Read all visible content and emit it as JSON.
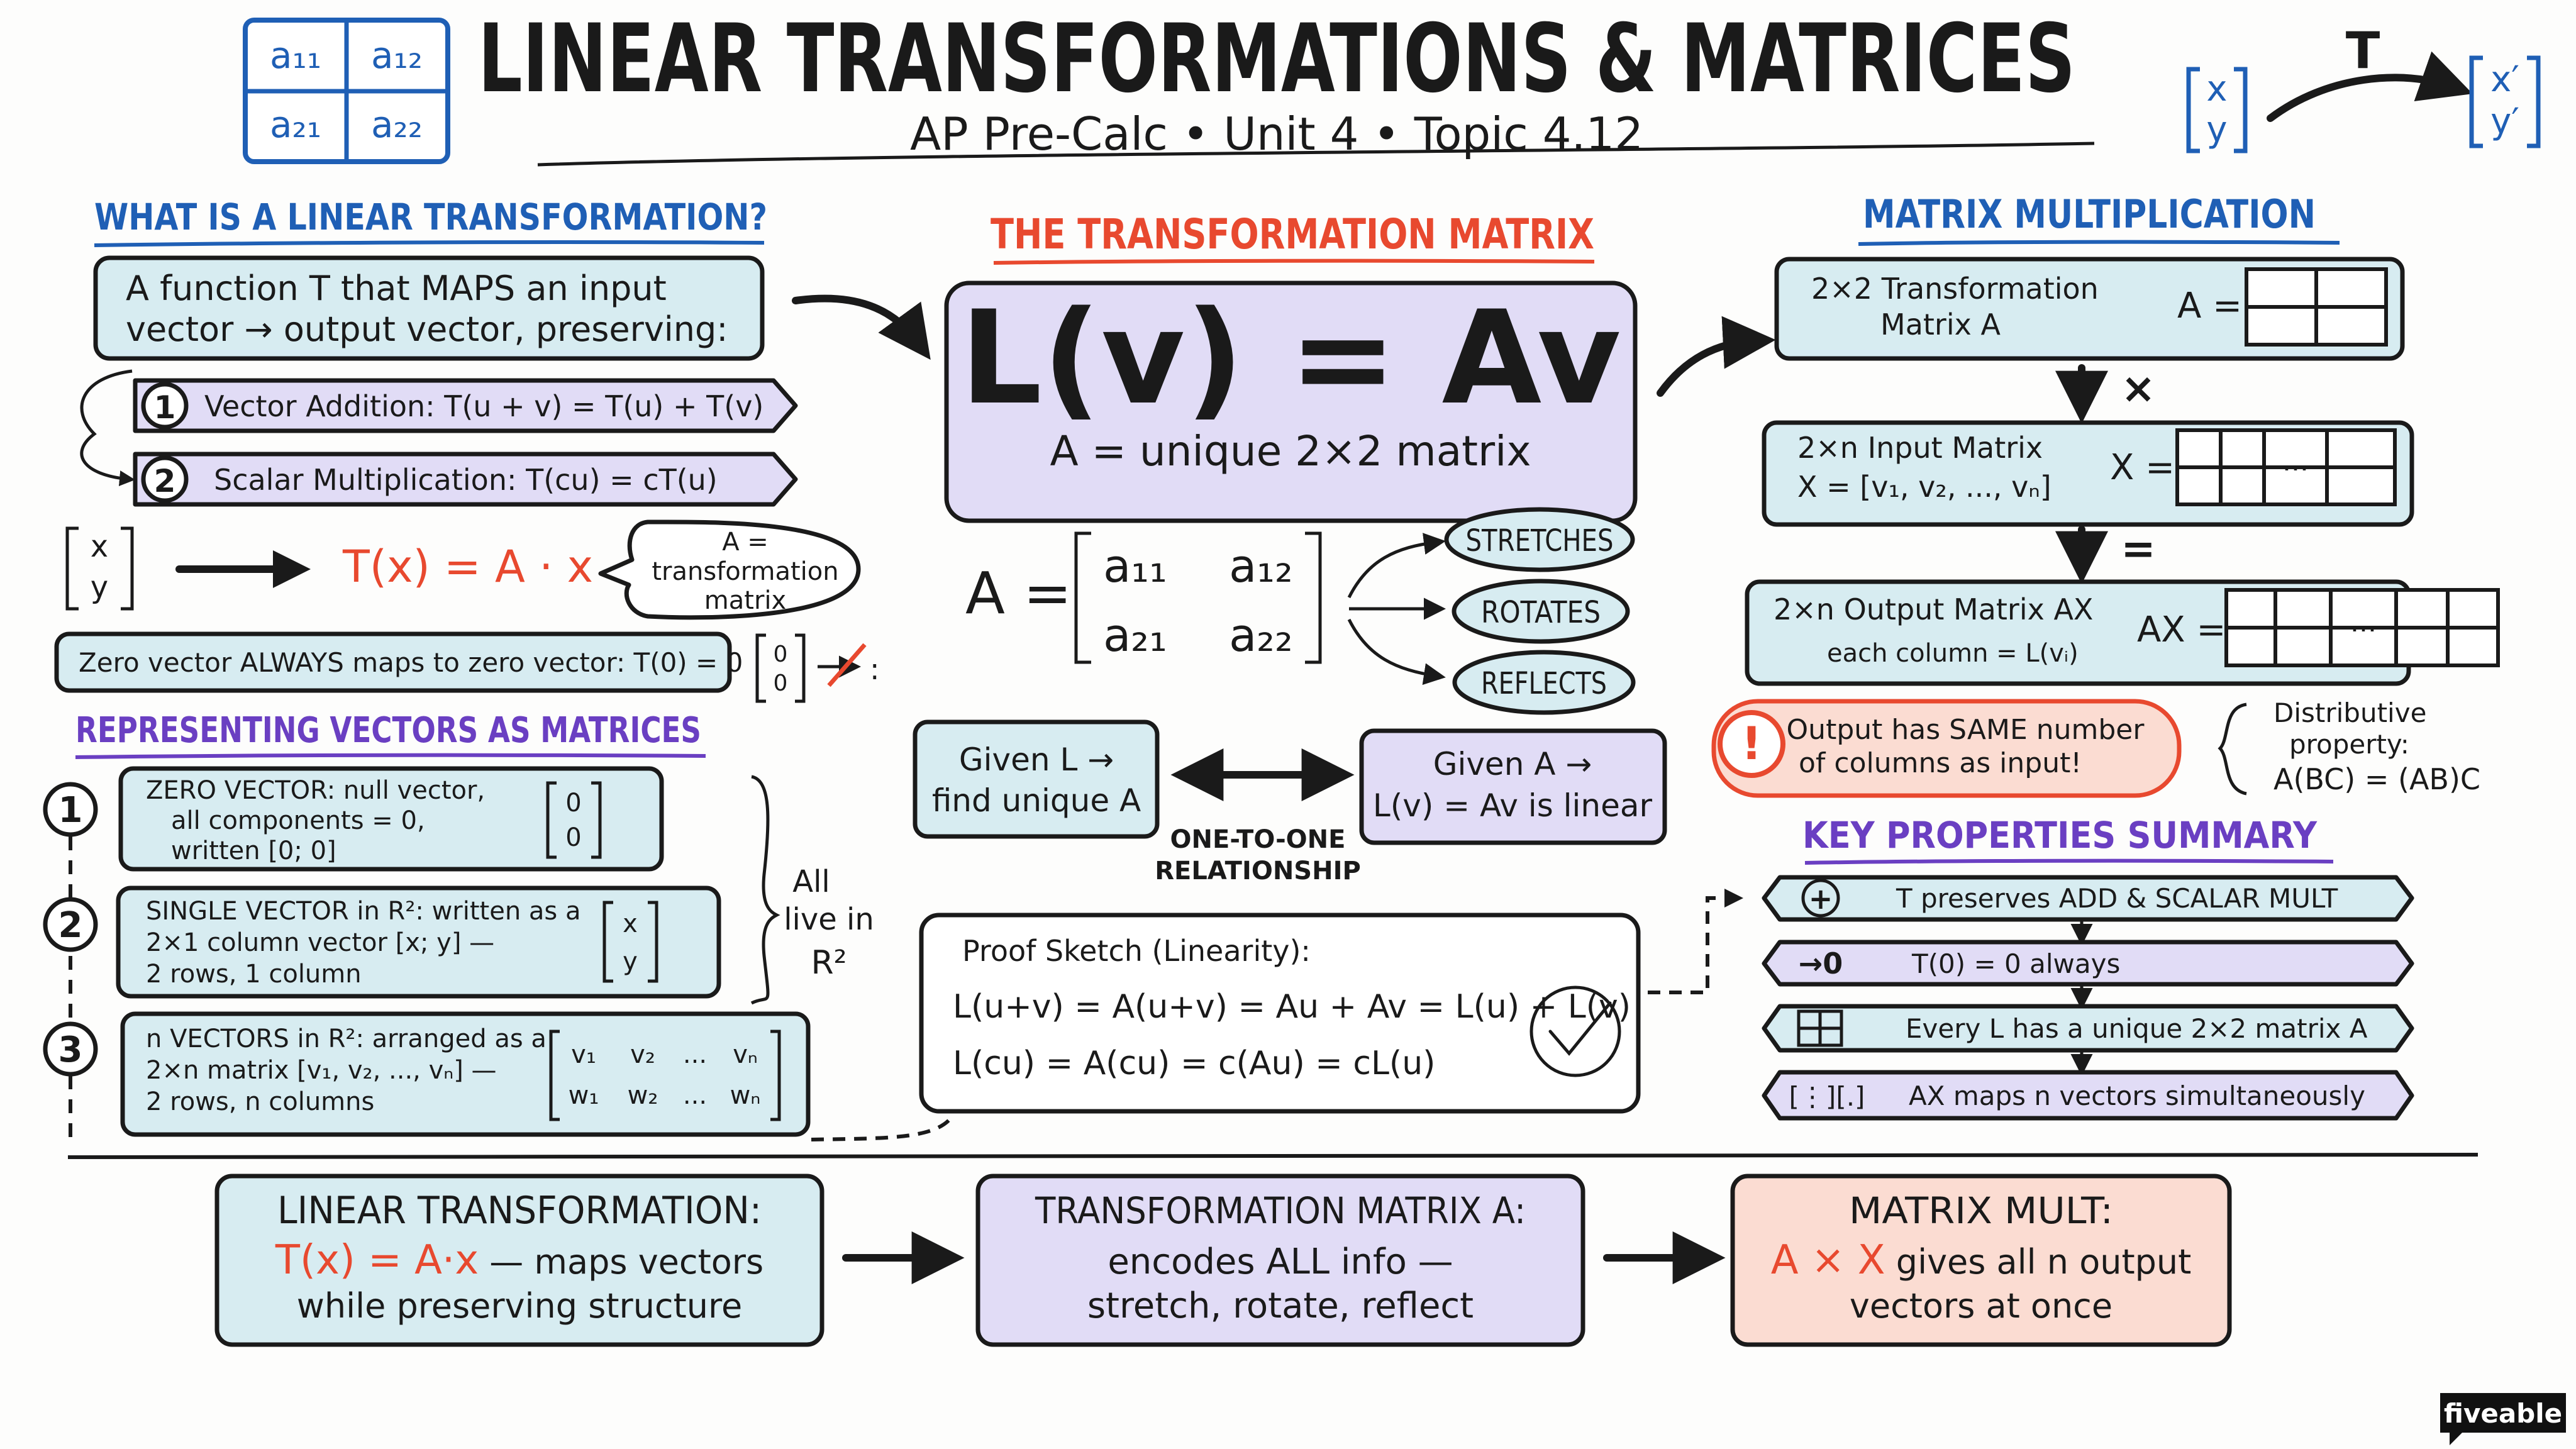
{
  "header": {
    "title": "LINEAR TRANSFORMATIONS & MATRICES",
    "subtitle": "AP Pre-Calc • Unit 4 • Topic 4.12",
    "matrix_icon": [
      "a₁₁",
      "a₁₂",
      "a₂₁",
      "a₂₂"
    ],
    "vector_in": [
      "x",
      "y"
    ],
    "vector_out": [
      "x′",
      "y′"
    ],
    "t_label": "T"
  },
  "left": {
    "heading": "WHAT IS A LINEAR TRANSFORMATION?",
    "def_line1": "A function T that MAPS an input",
    "def_line2": "vector → output vector, preserving:",
    "prop1_num": "1",
    "prop1": "Vector Addition:  T(u + v)  =  T(u) + T(v)",
    "prop2_num": "2",
    "prop2": "Scalar Multiplication:  T(cu)  =  cT(u)",
    "vec": [
      "x",
      "y"
    ],
    "tx": "T(x) = A · x",
    "bubble": [
      "A =",
      "transformation",
      "matrix"
    ],
    "zero_text": "Zero vector ALWAYS maps to zero vector:  T(0) = 0",
    "zero_vec": [
      "0",
      "0"
    ],
    "rep_heading": "REPRESENTING VECTORS AS MATRICES",
    "rep1_num": "1",
    "rep1": [
      "ZERO VECTOR: null vector,",
      "all components = 0,",
      "written [0; 0]"
    ],
    "rep1_vec": [
      "0",
      "0"
    ],
    "rep2_num": "2",
    "rep2": [
      "SINGLE VECTOR in R²: written as a",
      "2×1 column vector [x; y] —",
      "2 rows, 1 column"
    ],
    "rep2_vec": [
      "x",
      "y"
    ],
    "rep3_num": "3",
    "rep3": [
      "n VECTORS in R²: arranged as a",
      "2×n matrix [v₁, v₂, ..., vₙ] —",
      "2 rows, n columns"
    ],
    "rep3_matrix": [
      [
        "v₁",
        "v₂",
        "...",
        "vₙ"
      ],
      [
        "w₁",
        "w₂",
        "...",
        "wₙ"
      ]
    ],
    "all_live": [
      "All",
      "live in",
      "R²"
    ]
  },
  "center": {
    "heading": "THE TRANSFORMATION MATRIX",
    "formula": "L(v) = Av",
    "formula_sub": "A = unique 2×2 matrix",
    "a_label": "A =",
    "entries": [
      "a₁₁",
      "a₁₂",
      "a₂₁",
      "a₂₂"
    ],
    "actions": [
      "STRETCHES",
      "ROTATES",
      "REFLECTS"
    ],
    "given_l": [
      "Given L →",
      "find unique A"
    ],
    "given_a": [
      "Given A →",
      "L(v) = Av is linear"
    ],
    "one_to_one": [
      "ONE-TO-ONE",
      "RELATIONSHIP"
    ],
    "proof_title": "Proof Sketch  (Linearity):",
    "proof1": "L(u+v) = A(u+v) = Au + Av = L(u) + L(v)",
    "proof2": "L(cu) = A(cu)  = c(Au)  = cL(u)"
  },
  "right": {
    "heading": "MATRIX MULTIPLICATION",
    "box1": [
      "2×2 Transformation",
      "Matrix A"
    ],
    "box1_eq": "A =",
    "op1": "×",
    "box2": [
      "2×n Input Matrix",
      "X = [v₁, v₂, ..., vₙ]"
    ],
    "box2_eq": "X =",
    "op2": "=",
    "box3": [
      "2×n Output Matrix AX",
      "each column = L(vᵢ)"
    ],
    "box3_eq": "AX =",
    "ellipsis": "...",
    "warn_mark": "!",
    "warn": [
      "Output has SAME number",
      "of columns as input!"
    ],
    "distributive": [
      "Distributive",
      "property:",
      "A(BC) = (AB)C"
    ],
    "kp_heading": "KEY PROPERTIES SUMMARY",
    "kp": [
      {
        "icon": "+",
        "text": "T preserves ADD & SCALAR MULT"
      },
      {
        "icon": "→0",
        "text": "T(0)  =  0 always"
      },
      {
        "icon": "⊞",
        "text": "Every L has a unique 2×2 matrix A"
      },
      {
        "icon": "[⋮][.]",
        "text": "AX maps n vectors simultaneously"
      }
    ]
  },
  "bottom": {
    "b1_title": "LINEAR TRANSFORMATION:",
    "b1_formula": "T(x) = A·x",
    "b1_rest": " — maps vectors",
    "b1_line2": "while preserving structure",
    "b2_title": "TRANSFORMATION MATRIX A:",
    "b2_line1": "encodes ALL info —",
    "b2_line2": "stretch, rotate, reflect",
    "b3_title": "MATRIX MULT:",
    "b3_formula": "A × X",
    "b3_rest": " gives all n output",
    "b3_line2": "vectors at once"
  },
  "brand": "fiveable",
  "colors": {
    "blue_heading": "#1f5fb5",
    "purple_heading": "#6a3fc2",
    "red_accent": "#e8492f",
    "blue_box": "#d7ecf1",
    "lavender_box": "#e1dcf6",
    "peach_box": "#fbdcd2"
  }
}
